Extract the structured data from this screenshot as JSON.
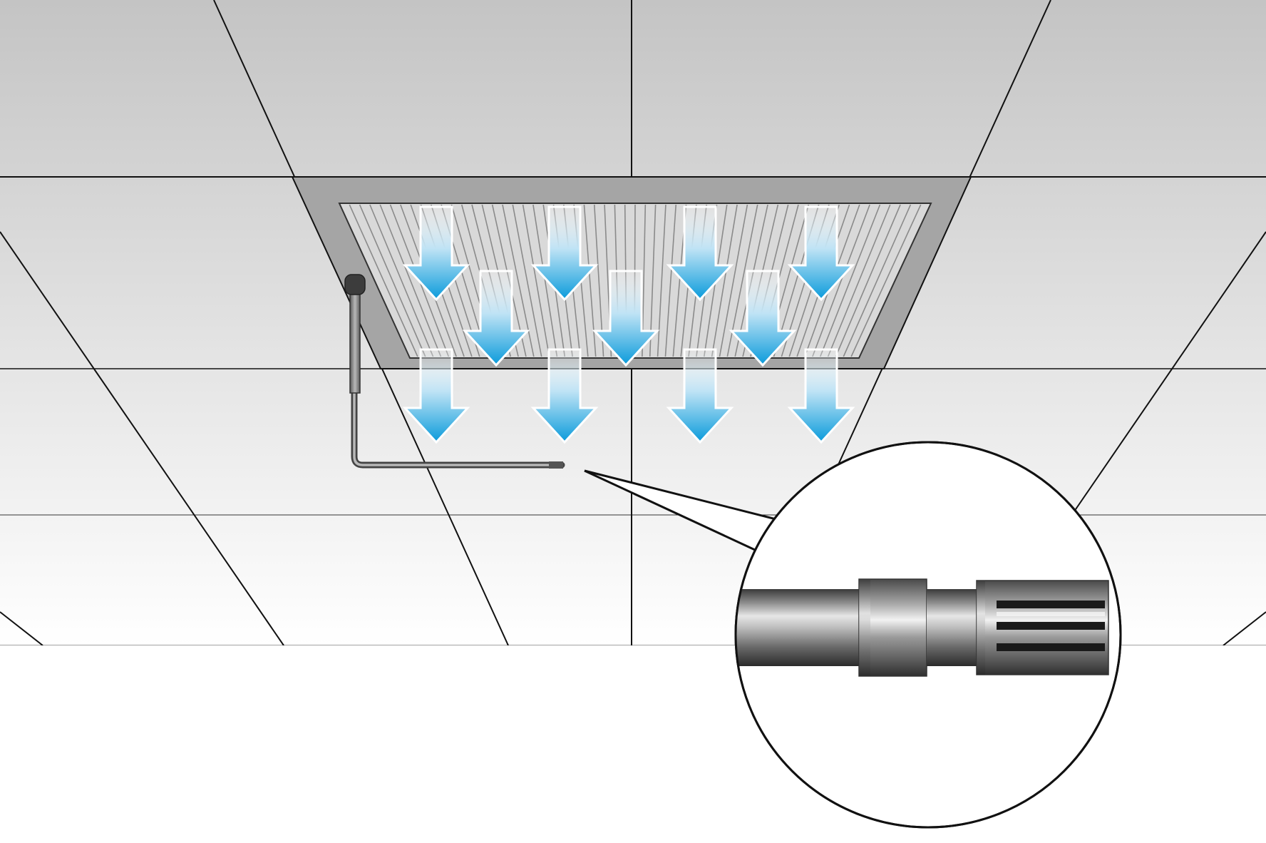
{
  "illustration": {
    "subject": "ceiling-air-diffuser-with-probe",
    "arrow_count_top_row": 4,
    "arrow_count_middle_row": 3,
    "arrow_count_bottom_row": 4
  },
  "colors": {
    "background": "#ffffff",
    "tile_light": "#f7f7f7",
    "tile_dark": "#c9c9c9",
    "tile_line": "#111111",
    "diffuser_frame": "#a3a3a3",
    "diffuser_panel": "#d6d6d6",
    "diffuser_slat": "#8f8f8f",
    "arrow_top": "#ffffff",
    "arrow_bottom": "#1aa3dc",
    "probe_metal": "#7a7a7a",
    "probe_cap": "#3c3c3c",
    "lens_border": "#111111"
  },
  "icons": {
    "arrow": "down-arrow-icon",
    "probe": "temperature-probe-icon",
    "magnifier": "magnified-sensor-detail"
  }
}
